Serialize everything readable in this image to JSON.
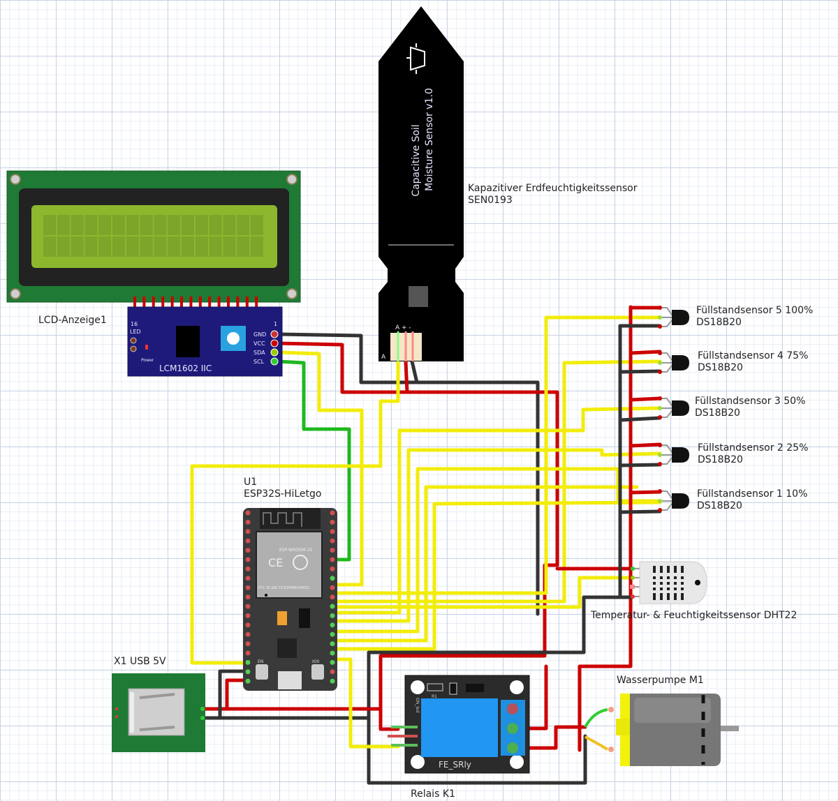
{
  "components": {
    "lcd": {
      "label": "LCD-Anzeige1",
      "i2c_board_label": "LCM1602 IIC",
      "pin_16": "16",
      "pin_1": "1",
      "led": "LED",
      "power": "Power",
      "pins": [
        "GND",
        "VCC",
        "SDA",
        "SCL"
      ]
    },
    "soil_sensor": {
      "label_line1": "Kapazitiver Erdfeuchtigkeitssensor",
      "label_line2": "SEN0193",
      "board_text_line1": "Capacitive Soil",
      "board_text_line2": "Moisture Sensor v1.0",
      "pin_labels": "A + -",
      "corner_label": "A"
    },
    "esp32": {
      "label_line1": "U1",
      "label_line2": "ESP32S-HiLetgo",
      "module_text": "ESP-WROOM-32",
      "fcc_text": "FCC ID:2AC7Z-ESPWROOM32",
      "en_label": "EN",
      "io0_label": "IO0"
    },
    "level_sensors": [
      {
        "name": "Füllstandsensor 5 100%",
        "model": "DS18B20"
      },
      {
        "name": "Füllstandsensor 4 75%",
        "model": "DS18B20"
      },
      {
        "name": "Füllstandsensor 3 50%",
        "model": "DS18B20"
      },
      {
        "name": "Füllstandsensor 2 25%",
        "model": "DS18B20"
      },
      {
        "name": "Füllstandsensor 1 10%",
        "model": "DS18B20"
      }
    ],
    "dht22": {
      "label": "Temperatur- & Feuchtigkeitssensor DHT22"
    },
    "usb": {
      "label": "X1 USB 5V"
    },
    "relay": {
      "label": "Relais K1",
      "board_text": "FE_SRly",
      "r1": "R1",
      "led": "ON_led"
    },
    "pump": {
      "label": "Wasserpumpe M1"
    }
  },
  "colors": {
    "wire_signal": "#f2ec0a",
    "wire_power": "#cc0000",
    "wire_ground": "#333333",
    "wire_i2c_scl": "#1fb81f",
    "lcd_screen": "#8db82e",
    "lcd_pcb": "#1f7a35",
    "i2c_pcb": "#1e1a7a",
    "relay_blue": "#2196f3"
  }
}
